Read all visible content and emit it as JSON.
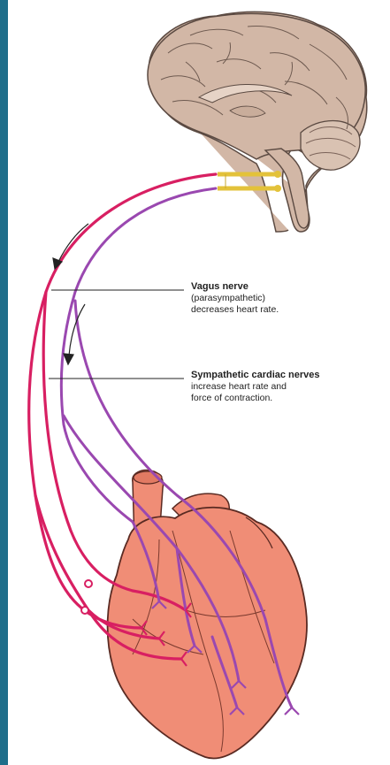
{
  "labels": {
    "vagus": {
      "title": "Vagus nerve",
      "line1": "(parasympathetic)",
      "line2": "decreases heart rate."
    },
    "sympathetic": {
      "title": "Sympathetic cardiac nerves",
      "line1": "increase heart rate and",
      "line2": "force of contraction."
    }
  },
  "colors": {
    "sidebar": "#1f6e8a",
    "brain_fill": "#d2b7a6",
    "brain_stroke": "#5b4a42",
    "heart_fill": "#f08d76",
    "heart_stroke": "#5a2a22",
    "sympathetic_nerve": "#d81f62",
    "vagus_nerve": "#9a48b0",
    "ganglion": "#e3c23a"
  }
}
